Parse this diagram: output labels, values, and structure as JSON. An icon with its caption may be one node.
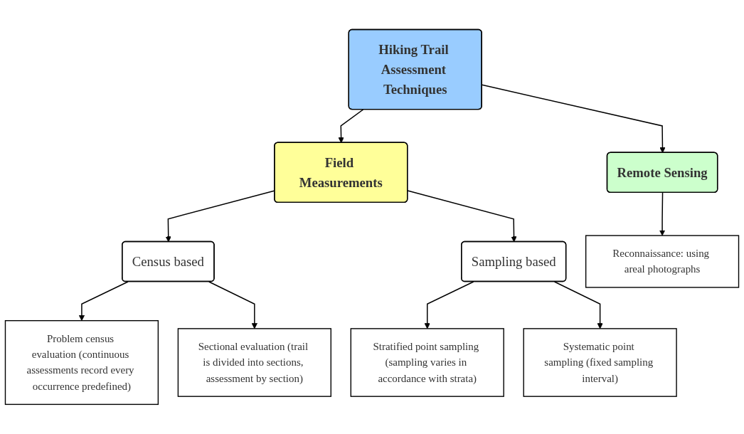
{
  "diagram": {
    "nodes": [
      {
        "text": [
          "Hiking Trail Assessment Techniques"
        ]
      },
      {
        "text": [
          "Remote Sensing"
        ]
      },
      {
        "text": [
          "Field Measurements"
        ]
      },
      {
        "text": [
          "Census based"
        ]
      },
      {
        "text": [
          "Sampling based"
        ]
      },
      {
        "text": [
          "Reconnaissance: using areal photographs"
        ]
      },
      {
        "text": [
          "Problem census evaluation (continuous assessments record every occurrence predefined)"
        ]
      },
      {
        "text": [
          "Sectional evaluation (trail is divided into sections, assessment by section)"
        ]
      },
      {
        "text": [
          "Stratified point sampling (sampling varies in accordance with strata)"
        ]
      },
      {
        "text": [
          "Systematic point sampling (fixed sampling interval)"
        ]
      }
    ],
    "edges": [
      {
        "from": 0,
        "to": 1,
        "arrow": "to"
      },
      {
        "from": 0,
        "to": 2,
        "arrow": "to"
      },
      {
        "from": 1,
        "to": 5,
        "arrow": "to"
      },
      {
        "from": 2,
        "to": 3,
        "arrow": "to"
      },
      {
        "from": 2,
        "to": 4,
        "arrow": "to"
      },
      {
        "from": 3,
        "to": 6,
        "arrow": "to"
      },
      {
        "from": 3,
        "to": 7,
        "arrow": "to"
      },
      {
        "from": 4,
        "to": 8,
        "arrow": "to"
      },
      {
        "from": 4,
        "to": 9,
        "arrow": "to"
      }
    ]
  }
}
